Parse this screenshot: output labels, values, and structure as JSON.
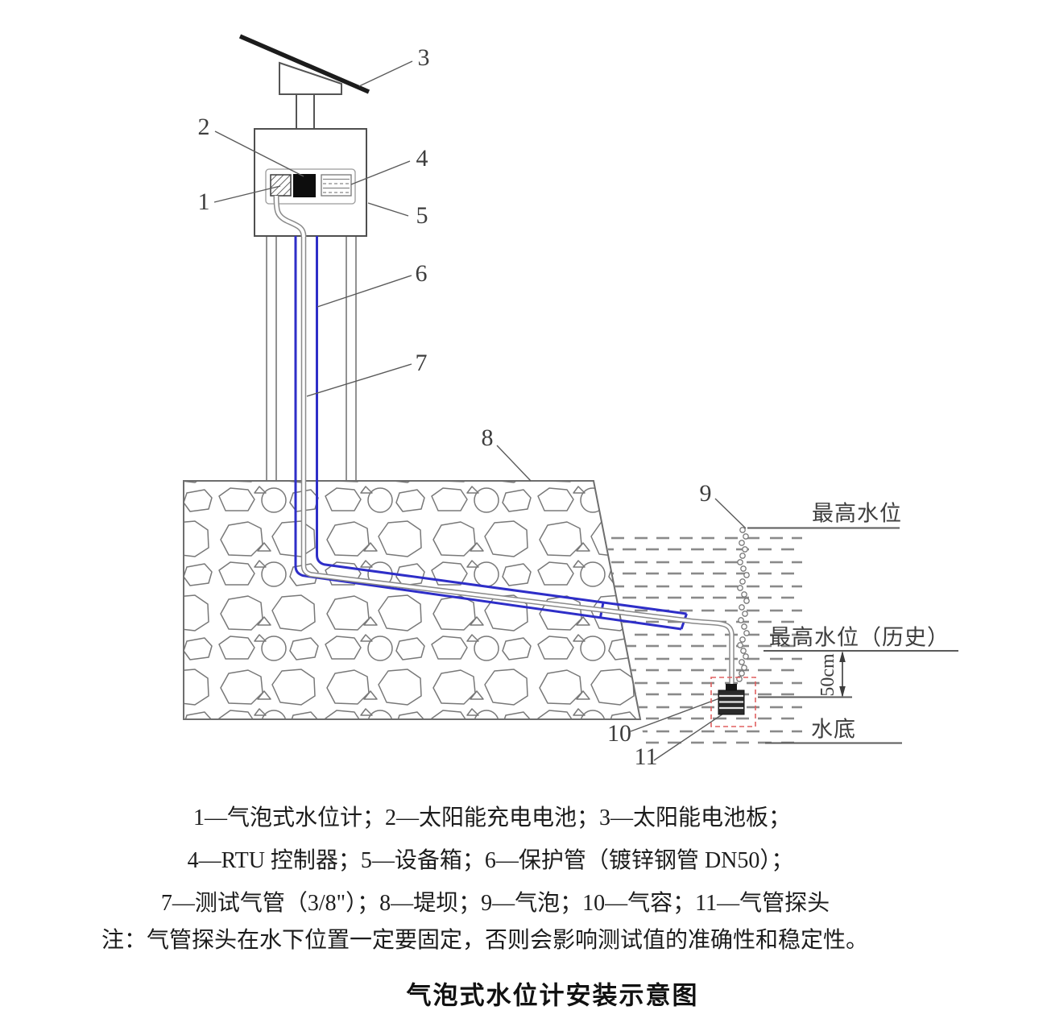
{
  "title": "气泡式水位计安装示意图",
  "diagram": {
    "part_labels": {
      "p1": "1",
      "p2": "2",
      "p3": "3",
      "p4": "4",
      "p5": "5",
      "p6": "6",
      "p7": "7",
      "p8": "8",
      "p9": "9",
      "p10": "10",
      "p11": "11"
    },
    "water_levels": {
      "max": "最高水位",
      "max_history": "最高水位（历史）",
      "bottom": "水底",
      "dimension": "50cm"
    },
    "colors": {
      "pipe_blue": "#2e2ec8",
      "line_gray": "#6e6e6e",
      "probe_marker_red": "#e06060"
    }
  },
  "legend": {
    "line1": "1—气泡式水位计；2—太阳能充电电池；3—太阳能电池板；",
    "line2": "4—RTU 控制器；5—设备箱；6—保护管（镀锌钢管 DN50）；",
    "line3": "7—测试气管（3/8\"）；8—堤坝；9—气泡；10—气容；11—气管探头",
    "note": "注：气管探头在水下位置一定要固定，否则会影响测试值的准确性和稳定性。"
  }
}
